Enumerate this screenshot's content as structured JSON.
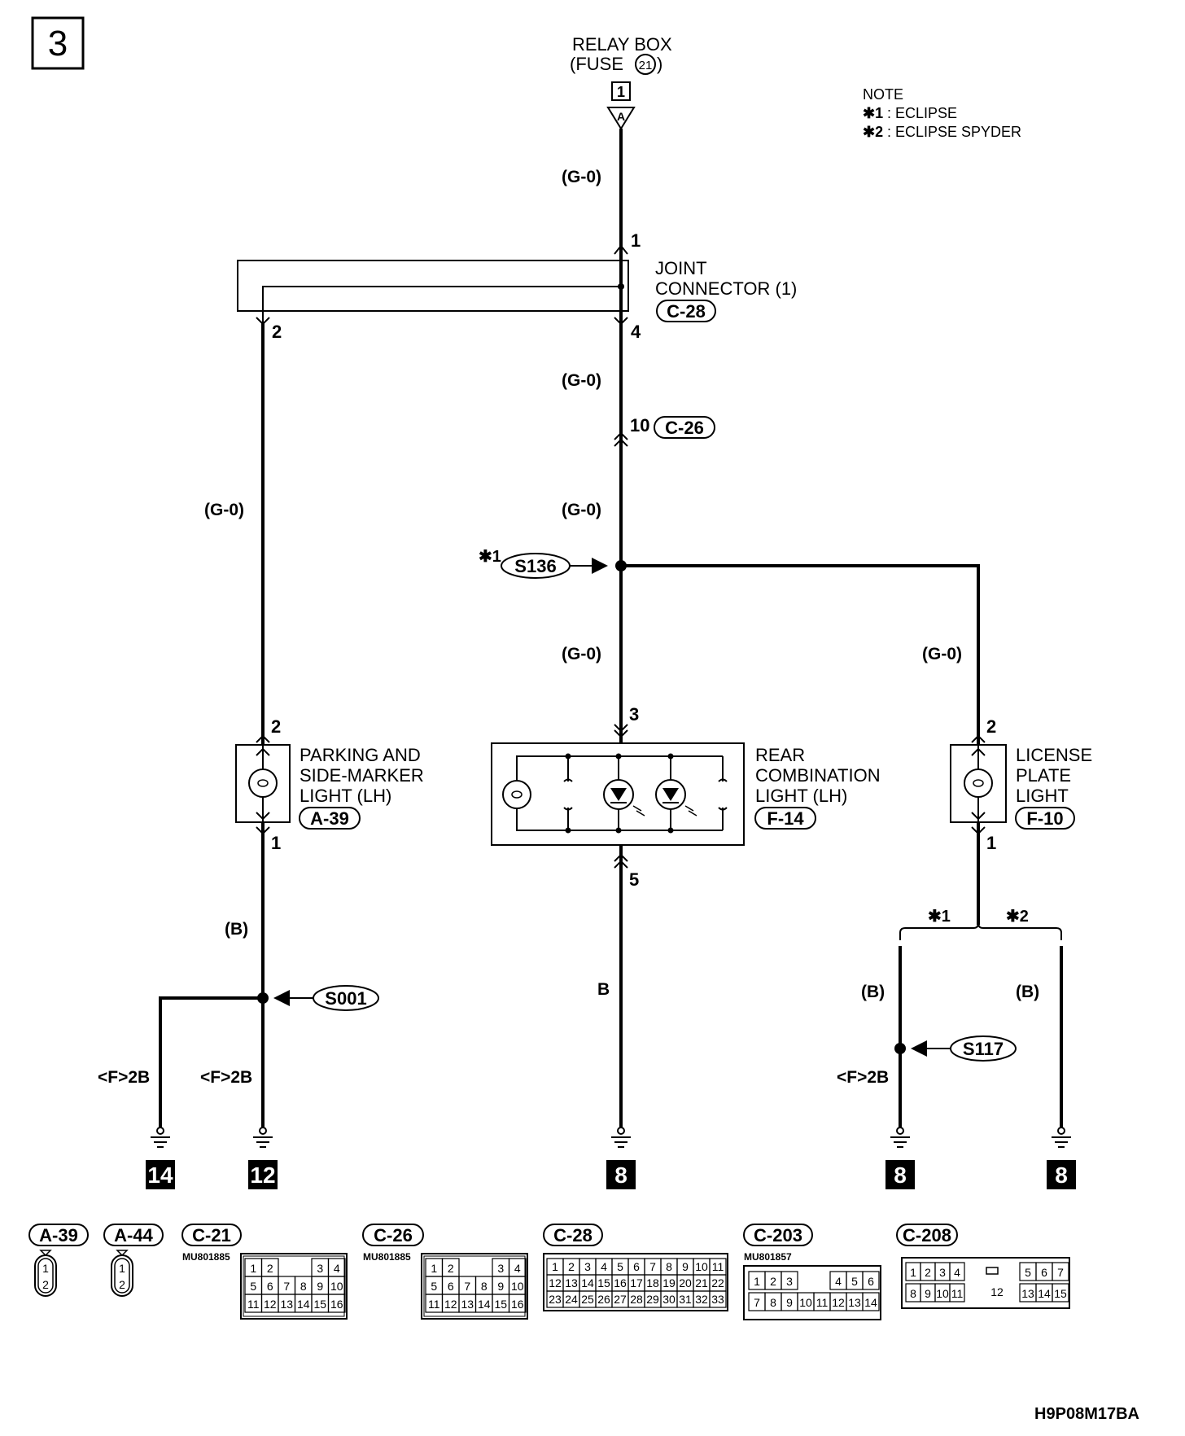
{
  "page_number": "3",
  "relay_box": {
    "line1": "RELAY BOX",
    "line2": "(FUSE",
    "fuse_no": "21",
    "line2_end": ")",
    "terminal": "1"
  },
  "note": {
    "title": "NOTE",
    "n1_mark": "✱1",
    "n1": ": ECLIPSE",
    "n2_mark": "✱2",
    "n2": ": ECLIPSE SPYDER"
  },
  "wire_colors": {
    "go": "(G-0)",
    "b_paren": "(B)",
    "b_plain": "B"
  },
  "joint_connector": {
    "line1": "JOINT",
    "line2": "CONNECTOR (1)",
    "code": "C-28",
    "pin_in": "1",
    "pin_out_left": "2",
    "pin_out_main": "4"
  },
  "intermediate_connector": {
    "pin": "10",
    "code": "C-26"
  },
  "splice_s136": {
    "note": "✱1",
    "label": "S136"
  },
  "parking_light": {
    "line1": "PARKING AND",
    "line2": "SIDE-MARKER",
    "line3": "LIGHT (LH)",
    "code": "A-39",
    "pin_top": "2",
    "pin_bottom": "1"
  },
  "rear_combination": {
    "line1": "REAR",
    "line2": "COMBINATION",
    "line3": "LIGHT (LH)",
    "code": "F-14",
    "pin_top": "3",
    "pin_bottom": "5"
  },
  "license_light": {
    "line1": "LICENSE",
    "line2": "PLATE",
    "line3": "LIGHT",
    "code": "F-10",
    "pin_top": "2",
    "pin_bottom": "1"
  },
  "variants": {
    "left": "✱1",
    "right": "✱2"
  },
  "splice_s001": "S001",
  "splice_s117": "S117",
  "ground_refs": {
    "f2b": "<F>2B"
  },
  "grounds": [
    "14",
    "12",
    "8",
    "8",
    "8"
  ],
  "connector_views": {
    "a39": {
      "code": "A-39",
      "pins": [
        "1",
        "2"
      ]
    },
    "a44": {
      "code": "A-44",
      "pins": [
        "1",
        "2"
      ]
    },
    "c21": {
      "code": "C-21",
      "part": "MU801885"
    },
    "c26": {
      "code": "C-26",
      "part": "MU801885"
    },
    "c28": {
      "code": "C-28"
    },
    "c203": {
      "code": "C-203",
      "part": "MU801857"
    },
    "c208": {
      "code": "C-208",
      "center_pin": "12"
    }
  },
  "grid_c21": [
    [
      "1",
      "2",
      "",
      "",
      "3",
      "4"
    ],
    [
      "5",
      "6",
      "7",
      "8",
      "9",
      "10"
    ],
    [
      "11",
      "12",
      "13",
      "14",
      "15",
      "16"
    ]
  ],
  "grid_c28": [
    [
      "1",
      "2",
      "3",
      "4",
      "5",
      "6",
      "7",
      "8",
      "9",
      "10",
      "11"
    ],
    [
      "12",
      "13",
      "14",
      "15",
      "16",
      "17",
      "18",
      "19",
      "20",
      "21",
      "22"
    ],
    [
      "23",
      "24",
      "25",
      "26",
      "27",
      "28",
      "29",
      "30",
      "31",
      "32",
      "33"
    ]
  ],
  "grid_c203_top": [
    "1",
    "2",
    "3",
    "4",
    "5",
    "6"
  ],
  "grid_c203_bottom": [
    "7",
    "8",
    "9",
    "10",
    "11",
    "12",
    "13",
    "14"
  ],
  "grid_c208_top": [
    "1",
    "2",
    "3",
    "4",
    "5",
    "6",
    "7"
  ],
  "grid_c208_bottom": [
    "8",
    "9",
    "10",
    "11",
    "13",
    "14",
    "15"
  ],
  "figure_id": "H9P08M17BA"
}
